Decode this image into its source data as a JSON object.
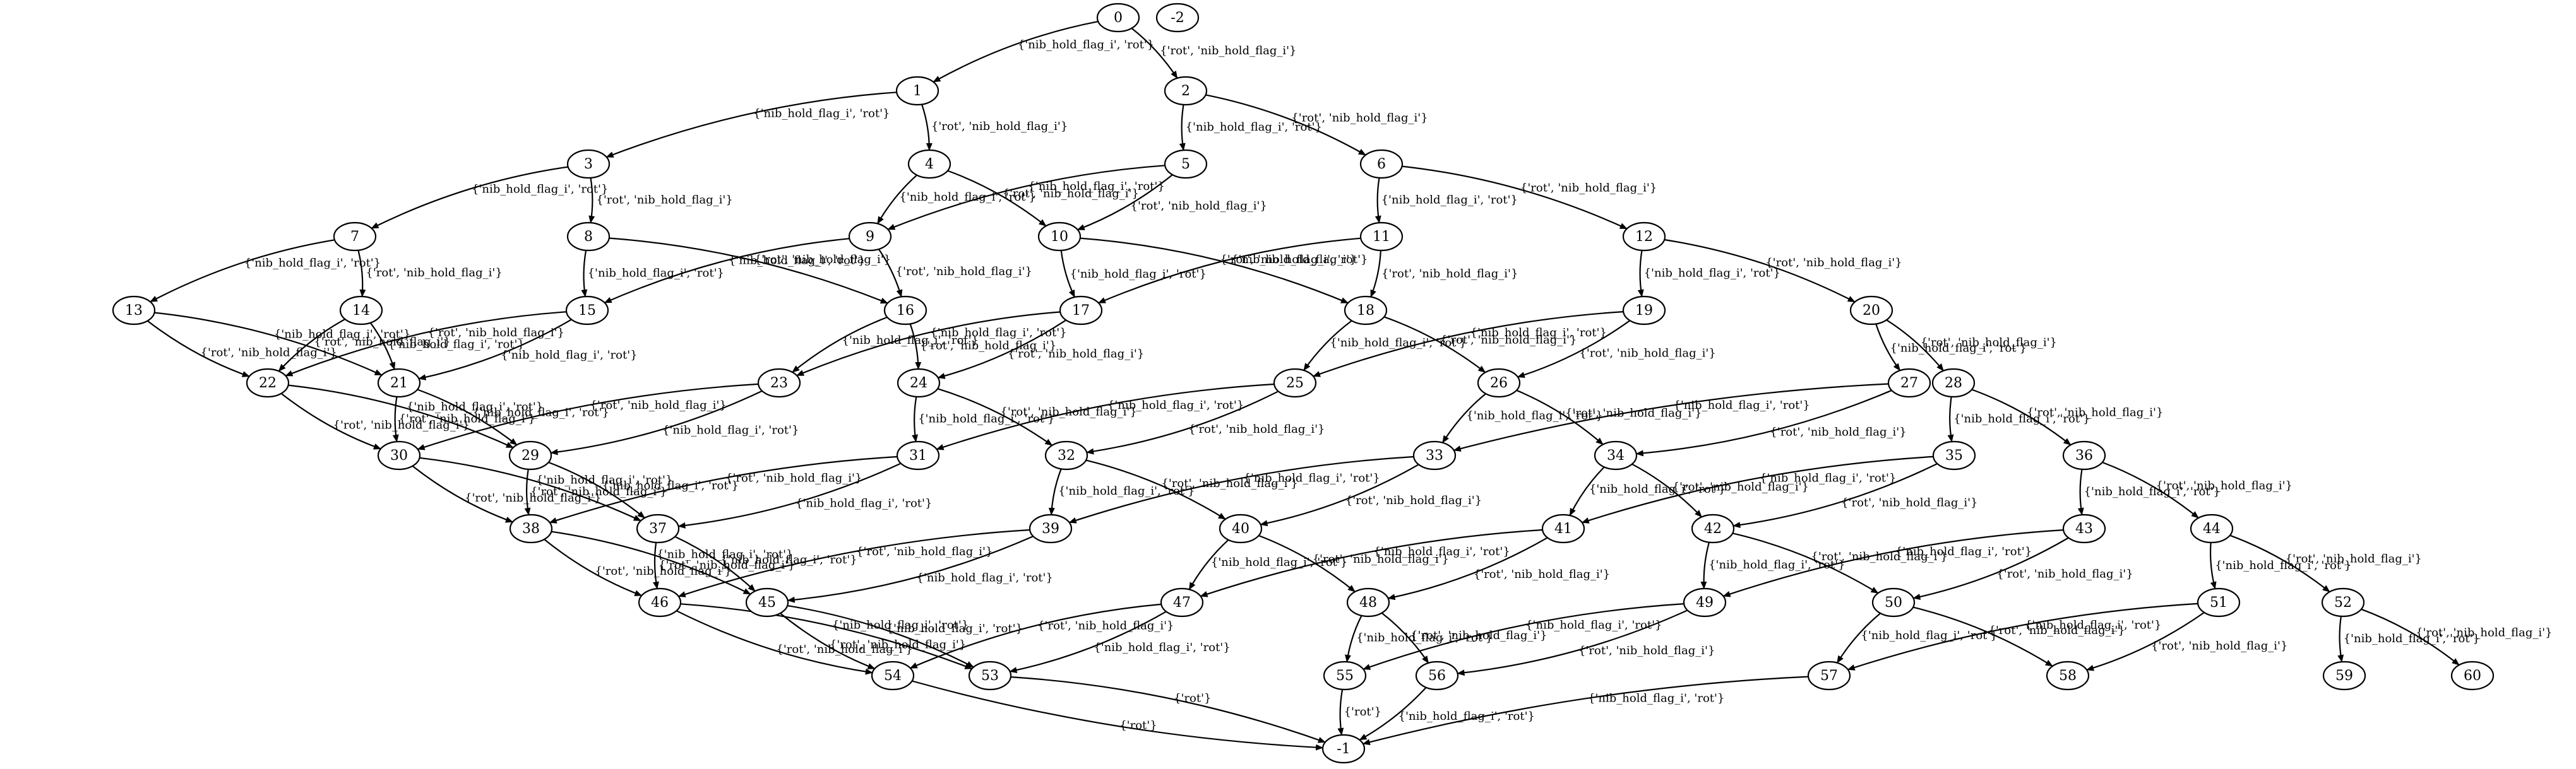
{
  "graph": {
    "nodes": [
      {
        "id": "0",
        "label": "0"
      },
      {
        "id": "-2",
        "label": "-2"
      },
      {
        "id": "1",
        "label": "1"
      },
      {
        "id": "2",
        "label": "2"
      },
      {
        "id": "3",
        "label": "3"
      },
      {
        "id": "4",
        "label": "4"
      },
      {
        "id": "5",
        "label": "5"
      },
      {
        "id": "6",
        "label": "6"
      },
      {
        "id": "7",
        "label": "7"
      },
      {
        "id": "8",
        "label": "8"
      },
      {
        "id": "9",
        "label": "9"
      },
      {
        "id": "10",
        "label": "10"
      },
      {
        "id": "11",
        "label": "11"
      },
      {
        "id": "12",
        "label": "12"
      },
      {
        "id": "13",
        "label": "13"
      },
      {
        "id": "14",
        "label": "14"
      },
      {
        "id": "15",
        "label": "15"
      },
      {
        "id": "16",
        "label": "16"
      },
      {
        "id": "17",
        "label": "17"
      },
      {
        "id": "18",
        "label": "18"
      },
      {
        "id": "19",
        "label": "19"
      },
      {
        "id": "20",
        "label": "20"
      },
      {
        "id": "21",
        "label": "21"
      },
      {
        "id": "22",
        "label": "22"
      },
      {
        "id": "23",
        "label": "23"
      },
      {
        "id": "24",
        "label": "24"
      },
      {
        "id": "25",
        "label": "25"
      },
      {
        "id": "26",
        "label": "26"
      },
      {
        "id": "27",
        "label": "27"
      },
      {
        "id": "28",
        "label": "28"
      },
      {
        "id": "29",
        "label": "29"
      },
      {
        "id": "30",
        "label": "30"
      },
      {
        "id": "31",
        "label": "31"
      },
      {
        "id": "32",
        "label": "32"
      },
      {
        "id": "33",
        "label": "33"
      },
      {
        "id": "34",
        "label": "34"
      },
      {
        "id": "35",
        "label": "35"
      },
      {
        "id": "36",
        "label": "36"
      },
      {
        "id": "37",
        "label": "37"
      },
      {
        "id": "38",
        "label": "38"
      },
      {
        "id": "39",
        "label": "39"
      },
      {
        "id": "40",
        "label": "40"
      },
      {
        "id": "41",
        "label": "41"
      },
      {
        "id": "42",
        "label": "42"
      },
      {
        "id": "43",
        "label": "43"
      },
      {
        "id": "44",
        "label": "44"
      },
      {
        "id": "45",
        "label": "45"
      },
      {
        "id": "46",
        "label": "46"
      },
      {
        "id": "47",
        "label": "47"
      },
      {
        "id": "48",
        "label": "48"
      },
      {
        "id": "49",
        "label": "49"
      },
      {
        "id": "50",
        "label": "50"
      },
      {
        "id": "51",
        "label": "51"
      },
      {
        "id": "52",
        "label": "52"
      },
      {
        "id": "53",
        "label": "53"
      },
      {
        "id": "54",
        "label": "54"
      },
      {
        "id": "55",
        "label": "55"
      },
      {
        "id": "56",
        "label": "56"
      },
      {
        "id": "57",
        "label": "57"
      },
      {
        "id": "58",
        "label": "58"
      },
      {
        "id": "59",
        "label": "59"
      },
      {
        "id": "60",
        "label": "60"
      },
      {
        "id": "-1",
        "label": "-1"
      }
    ],
    "edges": [
      {
        "from": "0",
        "to": "1",
        "label": "{'nib_hold_flag_i', 'rot'}"
      },
      {
        "from": "0",
        "to": "2",
        "label": "{'rot', 'nib_hold_flag_i'}"
      },
      {
        "from": "1",
        "to": "3",
        "label": "{'nib_hold_flag_i', 'rot'}"
      },
      {
        "from": "1",
        "to": "4",
        "label": "{'rot', 'nib_hold_flag_i'}"
      },
      {
        "from": "2",
        "to": "5",
        "label": "{'nib_hold_flag_i', 'rot'}"
      },
      {
        "from": "2",
        "to": "6",
        "label": "{'rot', 'nib_hold_flag_i'}"
      },
      {
        "from": "3",
        "to": "7",
        "label": "{'nib_hold_flag_i', 'rot'}"
      },
      {
        "from": "3",
        "to": "8",
        "label": "{'rot', 'nib_hold_flag_i'}"
      },
      {
        "from": "4",
        "to": "9",
        "label": "{'nib_hold_flag_i', 'rot'}"
      },
      {
        "from": "4",
        "to": "10",
        "label": "{'rot', 'nib_hold_flag_i'}"
      },
      {
        "from": "5",
        "to": "9",
        "label": "{'nib_hold_flag_i', 'rot'}"
      },
      {
        "from": "5",
        "to": "10",
        "label": "{'rot', 'nib_hold_flag_i'}"
      },
      {
        "from": "6",
        "to": "11",
        "label": "{'nib_hold_flag_i', 'rot'}"
      },
      {
        "from": "6",
        "to": "12",
        "label": "{'rot', 'nib_hold_flag_i'}"
      },
      {
        "from": "7",
        "to": "13",
        "label": "{'nib_hold_flag_i', 'rot'}"
      },
      {
        "from": "7",
        "to": "14",
        "label": "{'rot', 'nib_hold_flag_i'}"
      },
      {
        "from": "8",
        "to": "15",
        "label": "{'nib_hold_flag_i', 'rot'}"
      },
      {
        "from": "8",
        "to": "16",
        "label": "{'rot', 'nib_hold_flag_i'}"
      },
      {
        "from": "9",
        "to": "15",
        "label": "{'nib_hold_flag_i', 'rot'}"
      },
      {
        "from": "9",
        "to": "16",
        "label": "{'rot', 'nib_hold_flag_i'}"
      },
      {
        "from": "10",
        "to": "17",
        "label": "{'nib_hold_flag_i', 'rot'}"
      },
      {
        "from": "10",
        "to": "18",
        "label": "{'rot', 'nib_hold_flag_i'}"
      },
      {
        "from": "11",
        "to": "17",
        "label": "{'nib_hold_flag_i', 'rot'}"
      },
      {
        "from": "11",
        "to": "18",
        "label": "{'rot', 'nib_hold_flag_i'}"
      },
      {
        "from": "12",
        "to": "19",
        "label": "{'nib_hold_flag_i', 'rot'}"
      },
      {
        "from": "12",
        "to": "20",
        "label": "{'rot', 'nib_hold_flag_i'}"
      },
      {
        "from": "13",
        "to": "22",
        "label": "{'rot', 'nib_hold_flag_i'}"
      },
      {
        "from": "13",
        "to": "21",
        "label": "{'nib_hold_flag_i', 'rot'}"
      },
      {
        "from": "14",
        "to": "22",
        "label": "{'rot', 'nib_hold_flag_i'}"
      },
      {
        "from": "14",
        "to": "21",
        "label": "{'nib_hold_flag_i', 'rot'}"
      },
      {
        "from": "15",
        "to": "22",
        "label": "{'rot', 'nib_hold_flag_i'}"
      },
      {
        "from": "15",
        "to": "21",
        "label": "{'nib_hold_flag_i', 'rot'}"
      },
      {
        "from": "16",
        "to": "23",
        "label": "{'nib_hold_flag_i', 'rot'}"
      },
      {
        "from": "16",
        "to": "24",
        "label": "{'rot', 'nib_hold_flag_i'}"
      },
      {
        "from": "17",
        "to": "23",
        "label": "{'nib_hold_flag_i', 'rot'}"
      },
      {
        "from": "17",
        "to": "24",
        "label": "{'rot', 'nib_hold_flag_i'}"
      },
      {
        "from": "18",
        "to": "25",
        "label": "{'nib_hold_flag_i', 'rot'}"
      },
      {
        "from": "18",
        "to": "26",
        "label": "{'rot', 'nib_hold_flag_i'}"
      },
      {
        "from": "19",
        "to": "25",
        "label": "{'nib_hold_flag_i', 'rot'}"
      },
      {
        "from": "19",
        "to": "26",
        "label": "{'rot', 'nib_hold_flag_i'}"
      },
      {
        "from": "20",
        "to": "27",
        "label": "{'nib_hold_flag_i', 'rot'}"
      },
      {
        "from": "20",
        "to": "28",
        "label": "{'rot', 'nib_hold_flag_i'}"
      },
      {
        "from": "22",
        "to": "30",
        "label": "{'rot', 'nib_hold_flag_i'}"
      },
      {
        "from": "22",
        "to": "29",
        "label": "{'nib_hold_flag_i', 'rot'}"
      },
      {
        "from": "21",
        "to": "30",
        "label": "{'rot', 'nib_hold_flag_i'}"
      },
      {
        "from": "21",
        "to": "29",
        "label": "{'nib_hold_flag_i', 'rot'}"
      },
      {
        "from": "23",
        "to": "30",
        "label": "{'rot', 'nib_hold_flag_i'}"
      },
      {
        "from": "23",
        "to": "29",
        "label": "{'nib_hold_flag_i', 'rot'}"
      },
      {
        "from": "24",
        "to": "31",
        "label": "{'nib_hold_flag_i', 'rot'}"
      },
      {
        "from": "24",
        "to": "32",
        "label": "{'rot', 'nib_hold_flag_i'}"
      },
      {
        "from": "25",
        "to": "31",
        "label": "{'nib_hold_flag_i', 'rot'}"
      },
      {
        "from": "25",
        "to": "32",
        "label": "{'rot', 'nib_hold_flag_i'}"
      },
      {
        "from": "26",
        "to": "33",
        "label": "{'nib_hold_flag_i', 'rot'}"
      },
      {
        "from": "26",
        "to": "34",
        "label": "{'rot', 'nib_hold_flag_i'}"
      },
      {
        "from": "27",
        "to": "33",
        "label": "{'nib_hold_flag_i', 'rot'}"
      },
      {
        "from": "27",
        "to": "34",
        "label": "{'rot', 'nib_hold_flag_i'}"
      },
      {
        "from": "28",
        "to": "35",
        "label": "{'nib_hold_flag_i', 'rot'}"
      },
      {
        "from": "28",
        "to": "36",
        "label": "{'rot', 'nib_hold_flag_i'}"
      },
      {
        "from": "30",
        "to": "38",
        "label": "{'rot', 'nib_hold_flag_i'}"
      },
      {
        "from": "30",
        "to": "37",
        "label": "{'nib_hold_flag_i', 'rot'}"
      },
      {
        "from": "29",
        "to": "38",
        "label": "{'rot', 'nib_hold_flag_i'}"
      },
      {
        "from": "29",
        "to": "37",
        "label": "{'nib_hold_flag_i', 'rot'}"
      },
      {
        "from": "31",
        "to": "38",
        "label": "{'rot', 'nib_hold_flag_i'}"
      },
      {
        "from": "31",
        "to": "37",
        "label": "{'nib_hold_flag_i', 'rot'}"
      },
      {
        "from": "32",
        "to": "39",
        "label": "{'nib_hold_flag_i', 'rot'}"
      },
      {
        "from": "32",
        "to": "40",
        "label": "{'rot', 'nib_hold_flag_i'}"
      },
      {
        "from": "33",
        "to": "39",
        "label": "{'nib_hold_flag_i', 'rot'}"
      },
      {
        "from": "33",
        "to": "40",
        "label": "{'rot', 'nib_hold_flag_i'}"
      },
      {
        "from": "34",
        "to": "41",
        "label": "{'nib_hold_flag_i', 'rot'}"
      },
      {
        "from": "34",
        "to": "42",
        "label": "{'rot', 'nib_hold_flag_i'}"
      },
      {
        "from": "35",
        "to": "41",
        "label": "{'nib_hold_flag_i', 'rot'}"
      },
      {
        "from": "35",
        "to": "42",
        "label": "{'rot', 'nib_hold_flag_i'}"
      },
      {
        "from": "36",
        "to": "43",
        "label": "{'nib_hold_flag_i', 'rot'}"
      },
      {
        "from": "36",
        "to": "44",
        "label": "{'rot', 'nib_hold_flag_i'}"
      },
      {
        "from": "38",
        "to": "46",
        "label": "{'rot', 'nib_hold_flag_i'}"
      },
      {
        "from": "38",
        "to": "45",
        "label": "{'nib_hold_flag_i', 'rot'}"
      },
      {
        "from": "37",
        "to": "46",
        "label": "{'rot', 'nib_hold_flag_i'}"
      },
      {
        "from": "37",
        "to": "45",
        "label": "{'nib_hold_flag_i', 'rot'}"
      },
      {
        "from": "39",
        "to": "46",
        "label": "{'rot', 'nib_hold_flag_i'}"
      },
      {
        "from": "39",
        "to": "45",
        "label": "{'nib_hold_flag_i', 'rot'}"
      },
      {
        "from": "40",
        "to": "47",
        "label": "{'nib_hold_flag_i', 'rot'}"
      },
      {
        "from": "40",
        "to": "48",
        "label": "{'rot', 'nib_hold_flag_i'}"
      },
      {
        "from": "41",
        "to": "47",
        "label": "{'nib_hold_flag_i', 'rot'}"
      },
      {
        "from": "41",
        "to": "48",
        "label": "{'rot', 'nib_hold_flag_i'}"
      },
      {
        "from": "42",
        "to": "49",
        "label": "{'nib_hold_flag_i', 'rot'}"
      },
      {
        "from": "42",
        "to": "50",
        "label": "{'rot', 'nib_hold_flag_i'}"
      },
      {
        "from": "43",
        "to": "49",
        "label": "{'nib_hold_flag_i', 'rot'}"
      },
      {
        "from": "43",
        "to": "50",
        "label": "{'rot', 'nib_hold_flag_i'}"
      },
      {
        "from": "44",
        "to": "51",
        "label": "{'nib_hold_flag_i', 'rot'}"
      },
      {
        "from": "44",
        "to": "52",
        "label": "{'rot', 'nib_hold_flag_i'}"
      },
      {
        "from": "46",
        "to": "54",
        "label": "{'rot', 'nib_hold_flag_i'}"
      },
      {
        "from": "46",
        "to": "53",
        "label": "{'nib_hold_flag_i', 'rot'}"
      },
      {
        "from": "45",
        "to": "54",
        "label": "{'rot', 'nib_hold_flag_i'}"
      },
      {
        "from": "45",
        "to": "53",
        "label": "{'nib_hold_flag_i', 'rot'}"
      },
      {
        "from": "47",
        "to": "54",
        "label": "{'rot', 'nib_hold_flag_i'}"
      },
      {
        "from": "47",
        "to": "53",
        "label": "{'nib_hold_flag_i', 'rot'}"
      },
      {
        "from": "48",
        "to": "55",
        "label": "{'nib_hold_flag_i', 'rot'}"
      },
      {
        "from": "48",
        "to": "56",
        "label": "{'rot', 'nib_hold_flag_i'}"
      },
      {
        "from": "49",
        "to": "55",
        "label": "{'nib_hold_flag_i', 'rot'}"
      },
      {
        "from": "49",
        "to": "56",
        "label": "{'rot', 'nib_hold_flag_i'}"
      },
      {
        "from": "50",
        "to": "57",
        "label": "{'nib_hold_flag_i', 'rot'}"
      },
      {
        "from": "50",
        "to": "58",
        "label": "{'rot', 'nib_hold_flag_i'}"
      },
      {
        "from": "51",
        "to": "57",
        "label": "{'nib_hold_flag_i', 'rot'}"
      },
      {
        "from": "51",
        "to": "58",
        "label": "{'rot', 'nib_hold_flag_i'}"
      },
      {
        "from": "52",
        "to": "59",
        "label": "{'nib_hold_flag_i', 'rot'}"
      },
      {
        "from": "52",
        "to": "60",
        "label": "{'rot', 'nib_hold_flag_i'}"
      },
      {
        "from": "54",
        "to": "-1",
        "label": "{'rot'}"
      },
      {
        "from": "53",
        "to": "-1",
        "label": "{'rot'}"
      },
      {
        "from": "55",
        "to": "-1",
        "label": "{'rot'}"
      },
      {
        "from": "56",
        "to": "-1",
        "label": "{'nib_hold_flag_i', 'rot'}"
      },
      {
        "from": "57",
        "to": "-1",
        "label": "{'nib_hold_flag_i', 'rot'}"
      }
    ]
  }
}
